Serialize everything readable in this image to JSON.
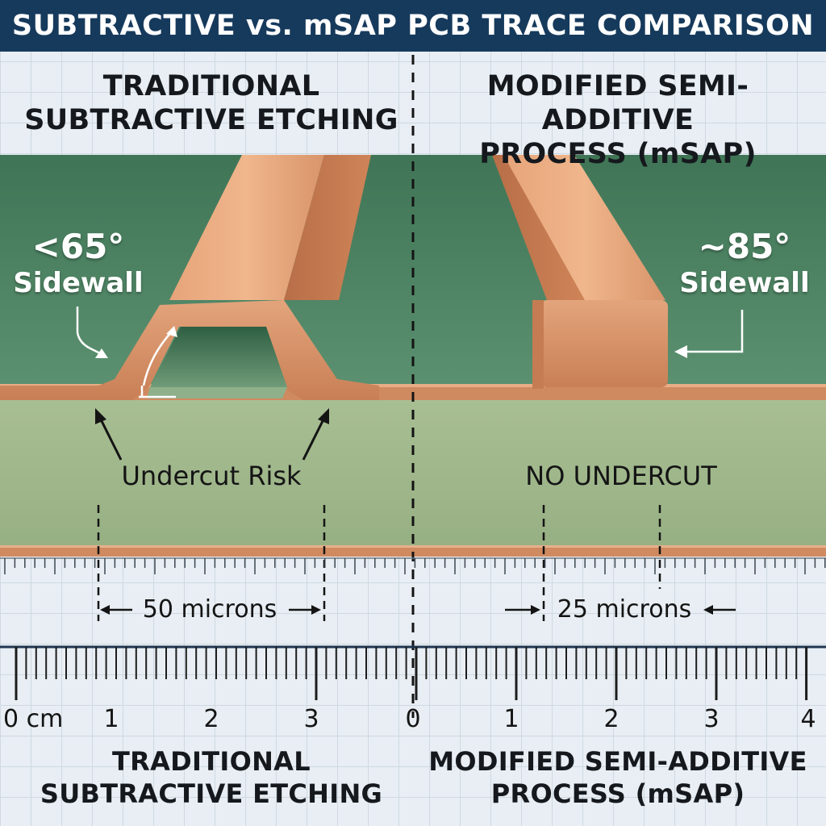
{
  "title": "SUBTRACTIVE vs. mSAP PCB TRACE COMPARISON",
  "left": {
    "heading": [
      "TRADITIONAL",
      "SUBTRACTIVE ETCHING"
    ],
    "angle": "<65°",
    "sidewall_label": "Sidewall",
    "undercut_label": "Undercut Risk",
    "width_label": "50 microns",
    "footer": [
      "TRADITIONAL",
      "SUBTRACTIVE ETCHING"
    ]
  },
  "right": {
    "heading": [
      "MODIFIED SEMI-ADDITIVE",
      "PROCESS (mSAP)"
    ],
    "angle": "~85°",
    "sidewall_label": "Sidewall",
    "undercut_label": "NO UNDERCUT",
    "width_label": "25 microns",
    "footer": [
      "MODIFIED SEMI-ADDITIVE",
      "PROCESS (mSAP)"
    ]
  },
  "ruler": {
    "ticks": [
      "0 cm",
      "1",
      "2",
      "3",
      "0",
      "1",
      "2",
      "3",
      "4"
    ]
  },
  "colors": {
    "title_bar": "#163a5c",
    "copper": "#d18a60",
    "laminate_green": "#4f8563",
    "substrate_green": "#9bb587"
  }
}
